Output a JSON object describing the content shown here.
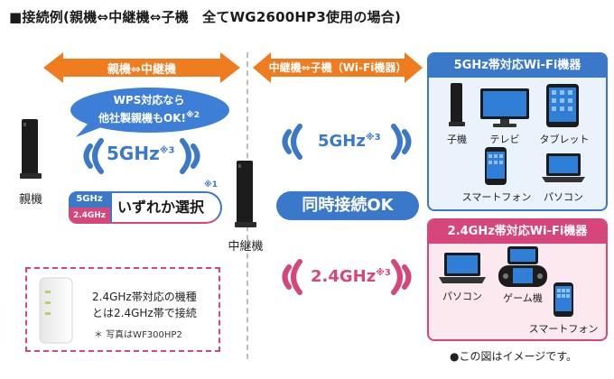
{
  "title": "■接続例(親機⇔中継機⇔子機　全てWG2600HP3使用の場合)",
  "arrows": {
    "left": "親機⇔中継機",
    "right": "中継機⇔子機（Wi-Fi機器）"
  },
  "bubble": {
    "line1": "WPS対応なら",
    "line2": "他社製親機もOK!",
    "note": "※2"
  },
  "left_section": {
    "router_label": "親機",
    "band_5": "5GHz",
    "band_5_note": "※3",
    "select_5_label": "5GHz",
    "select_24_label": "2.4GHz",
    "select_text": "いずれか選択",
    "select_note": "※1"
  },
  "center": {
    "repeater_label": "中継機",
    "simultaneous": "同時接続OK",
    "band_5": "5GHz",
    "band_5_note": "※3",
    "band_24": "2.4GHz",
    "band_24_note": "※3"
  },
  "panel_5": {
    "title": "5GHz帯対応Wi-Fi機器",
    "devices": [
      "子機",
      "テレビ",
      "タブレット",
      "スマートフォン",
      "パソコン"
    ]
  },
  "panel_24": {
    "title": "2.4GHz帯対応Wi-Fi機器",
    "devices": [
      "パソコン",
      "ゲーム機",
      "スマートフォン"
    ]
  },
  "note_box": {
    "line1": "2.4GHz帯対応の機種",
    "line2": "とは2.4GHz帯で接続",
    "photo_note": "＊ 写真はWF300HP2"
  },
  "footer": "●この図はイメージです。",
  "colors": {
    "orange": "#ef7d1f",
    "blue": "#3a78c9",
    "pink": "#d7467a",
    "pink_light": "#f6dbe5",
    "dark": "#1c1c1c"
  },
  "icons": [
    "router-icon",
    "tv-icon",
    "tablet-icon",
    "smartphone-icon",
    "laptop-icon",
    "game-console-icon",
    "wave-icon",
    "repeater-photo"
  ]
}
